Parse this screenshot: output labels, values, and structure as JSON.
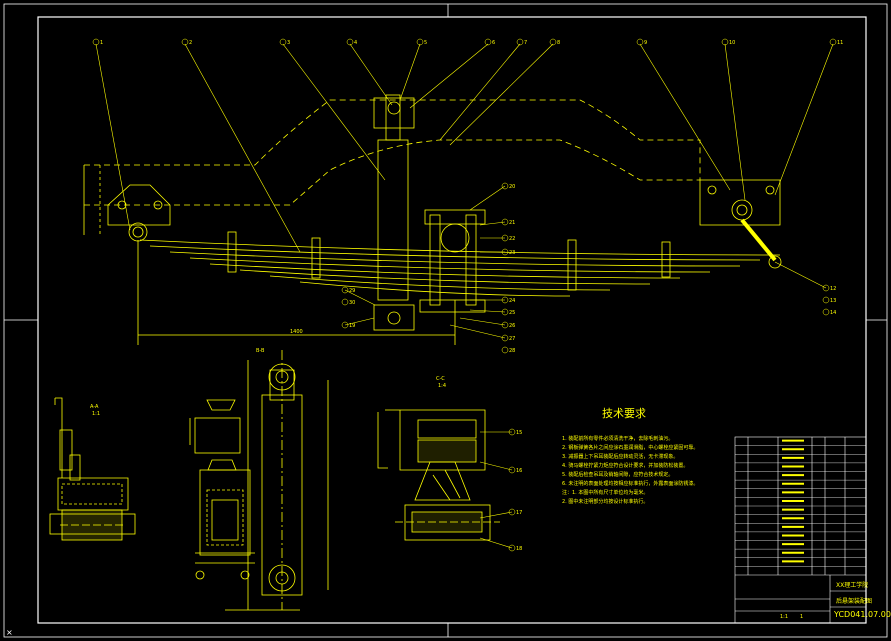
{
  "drawing": {
    "background": "#000000",
    "line_color": "#ffff00",
    "frame_color": "#ffffff",
    "accent_color": "#ff0000"
  },
  "balloons_top": [
    "1",
    "2",
    "3",
    "4",
    "5",
    "6",
    "7",
    "8",
    "9",
    "10",
    "11"
  ],
  "balloons_side": [
    "20",
    "21",
    "22",
    "23",
    "24",
    "25",
    "26",
    "27",
    "28",
    "29",
    "30",
    "19",
    "12",
    "13",
    "14"
  ],
  "section_labels": {
    "a_a": "A-A",
    "b_b": "B-B",
    "c_c": "C-C",
    "scale_a": "1:1",
    "scale_c": "1:4"
  },
  "section_balloons": [
    "15",
    "16",
    "17",
    "18"
  ],
  "dimension_text": "1400",
  "tech_requirements": {
    "title": "技术要求",
    "items": [
      "1. 装配前所有零件必须清洗干净，去除毛刺油污。",
      "2. 钢板弹簧各片之间应涂石墨润滑脂，中心螺栓应紧固可靠。",
      "3. 减振器上下吊耳装配后应转动灵活，无卡滞现象。",
      "4. 骑马螺栓拧紧力矩应符合设计要求，并加装防松装置。",
      "5. 装配后检查吊耳及销轴间隙，应符合技术规定。",
      "6. 未注明的表面处理均按相应标准执行，外露表面涂防锈漆。",
      "注：1. 本图中所有尺寸单位均为毫米。",
      "    2. 图中未注明部分均按设计标准执行。"
    ]
  },
  "title_block": {
    "school": "XX理工学院",
    "name": "后悬架装配图",
    "drawing_no": "YCD041.07.00",
    "scale": "1:1",
    "sheet": "1",
    "rows": 16
  }
}
